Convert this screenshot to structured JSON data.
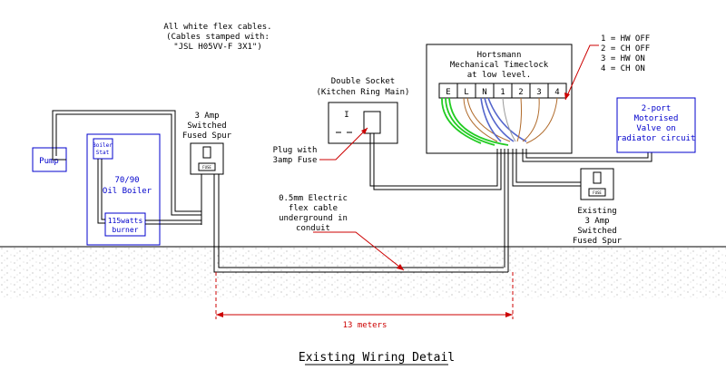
{
  "notes": {
    "flex_line1": "All white flex cables.",
    "flex_line2": "(Cables stamped with:",
    "flex_line3": "\"JSL H05VV-F 3X1\")"
  },
  "pump": {
    "label": "Pump"
  },
  "boiler": {
    "stat_line1": "Boiler",
    "stat_line2": "Stat",
    "name_line1": "70/90",
    "name_line2": "Oil Boiler",
    "burner_line1": "115watts",
    "burner_line2": "burner"
  },
  "spur_left": {
    "line1": "3 Amp",
    "line2": "Switched",
    "line3": "Fused Spur",
    "fuse_label": "FUSE"
  },
  "socket": {
    "line1": "Double Socket",
    "line2": "(Kitchen Ring Main)",
    "switch_mark": "I"
  },
  "plug": {
    "line1": "Plug with",
    "line2": "3amp Fuse"
  },
  "timeclock": {
    "line1": "Hortsmann",
    "line2": "Mechanical Timeclock",
    "line3": "at low level.",
    "terminals": [
      "E",
      "L",
      "N",
      "1",
      "2",
      "3",
      "4"
    ]
  },
  "legend": {
    "items": [
      "1 = HW OFF",
      "2 = CH OFF",
      "3 = HW ON",
      "4 = CH ON"
    ]
  },
  "valve": {
    "line1": "2-port",
    "line2": "Motorised",
    "line3": "Valve on",
    "line4": "radiator circuit"
  },
  "spur_right": {
    "line1": "Existing",
    "line2": "3 Amp",
    "line3": "Switched",
    "line4": "Fused Spur",
    "fuse_label": "FUSE"
  },
  "cable": {
    "line1": "0.5mm Electric",
    "line2": "flex cable",
    "line3": "underground in",
    "line4": "conduit"
  },
  "distance": {
    "label": "13 meters"
  },
  "title": {
    "text": "Existing Wiring Detail"
  },
  "colors": {
    "line": "#000000",
    "blue": "#0000cc",
    "red": "#cc0000",
    "earth": "#22cc22",
    "brown": "#b06a2a",
    "neutral": "#5566cc"
  }
}
